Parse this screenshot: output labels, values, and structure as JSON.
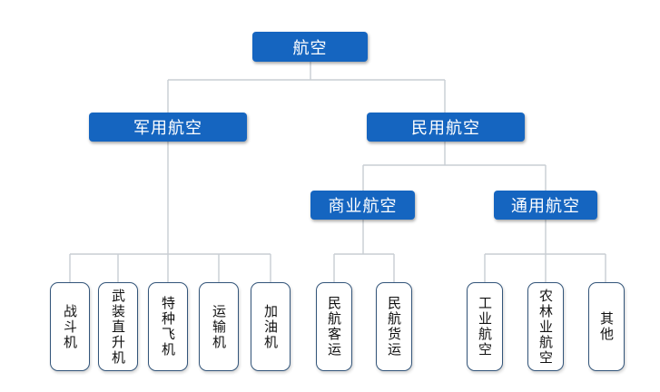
{
  "root": {
    "label": "航空"
  },
  "military": {
    "label": "军用航空",
    "children": [
      "战斗机",
      "武装直升机",
      "特种飞机",
      "运输机",
      "加油机"
    ]
  },
  "civil": {
    "label": "民用航空",
    "commercial": {
      "label": "商业航空",
      "children": [
        "民航客运",
        "民航货运"
      ]
    },
    "general": {
      "label": "通用航空",
      "children": [
        "工业航空",
        "农林业航空",
        "其他"
      ]
    }
  },
  "colors": {
    "node_fill": "#1565c0",
    "line": "#c8cdd3",
    "leaf_border": "#33557a"
  }
}
